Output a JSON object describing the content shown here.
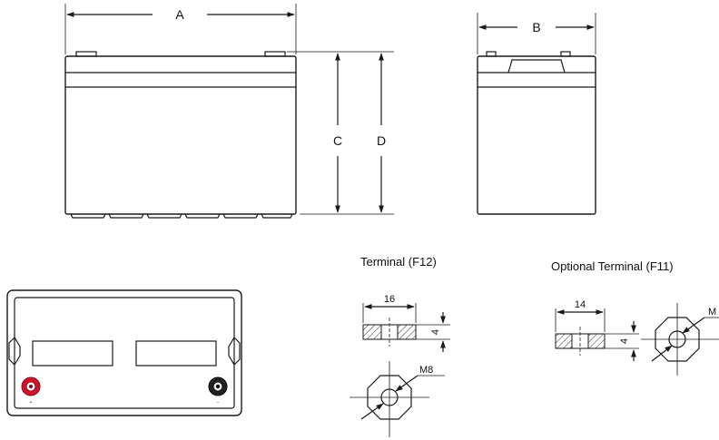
{
  "front_view": {
    "dim_a": "A",
    "dim_c": "C",
    "dim_d": "D"
  },
  "side_view": {
    "dim_b": "B"
  },
  "top_view": {
    "terminal_pos_label": "+",
    "terminal_neg_label": "−"
  },
  "terminal_f12": {
    "heading": "Terminal (F12)",
    "width": "16",
    "thickness": "4",
    "thread": "M8"
  },
  "terminal_f11": {
    "heading": "Optional Terminal (F11)",
    "width": "14",
    "thickness": "4",
    "thread": "M"
  },
  "colors": {
    "positive_terminal": "#d3122b",
    "negative_terminal": "#222222",
    "line": "#1a1a1a"
  }
}
